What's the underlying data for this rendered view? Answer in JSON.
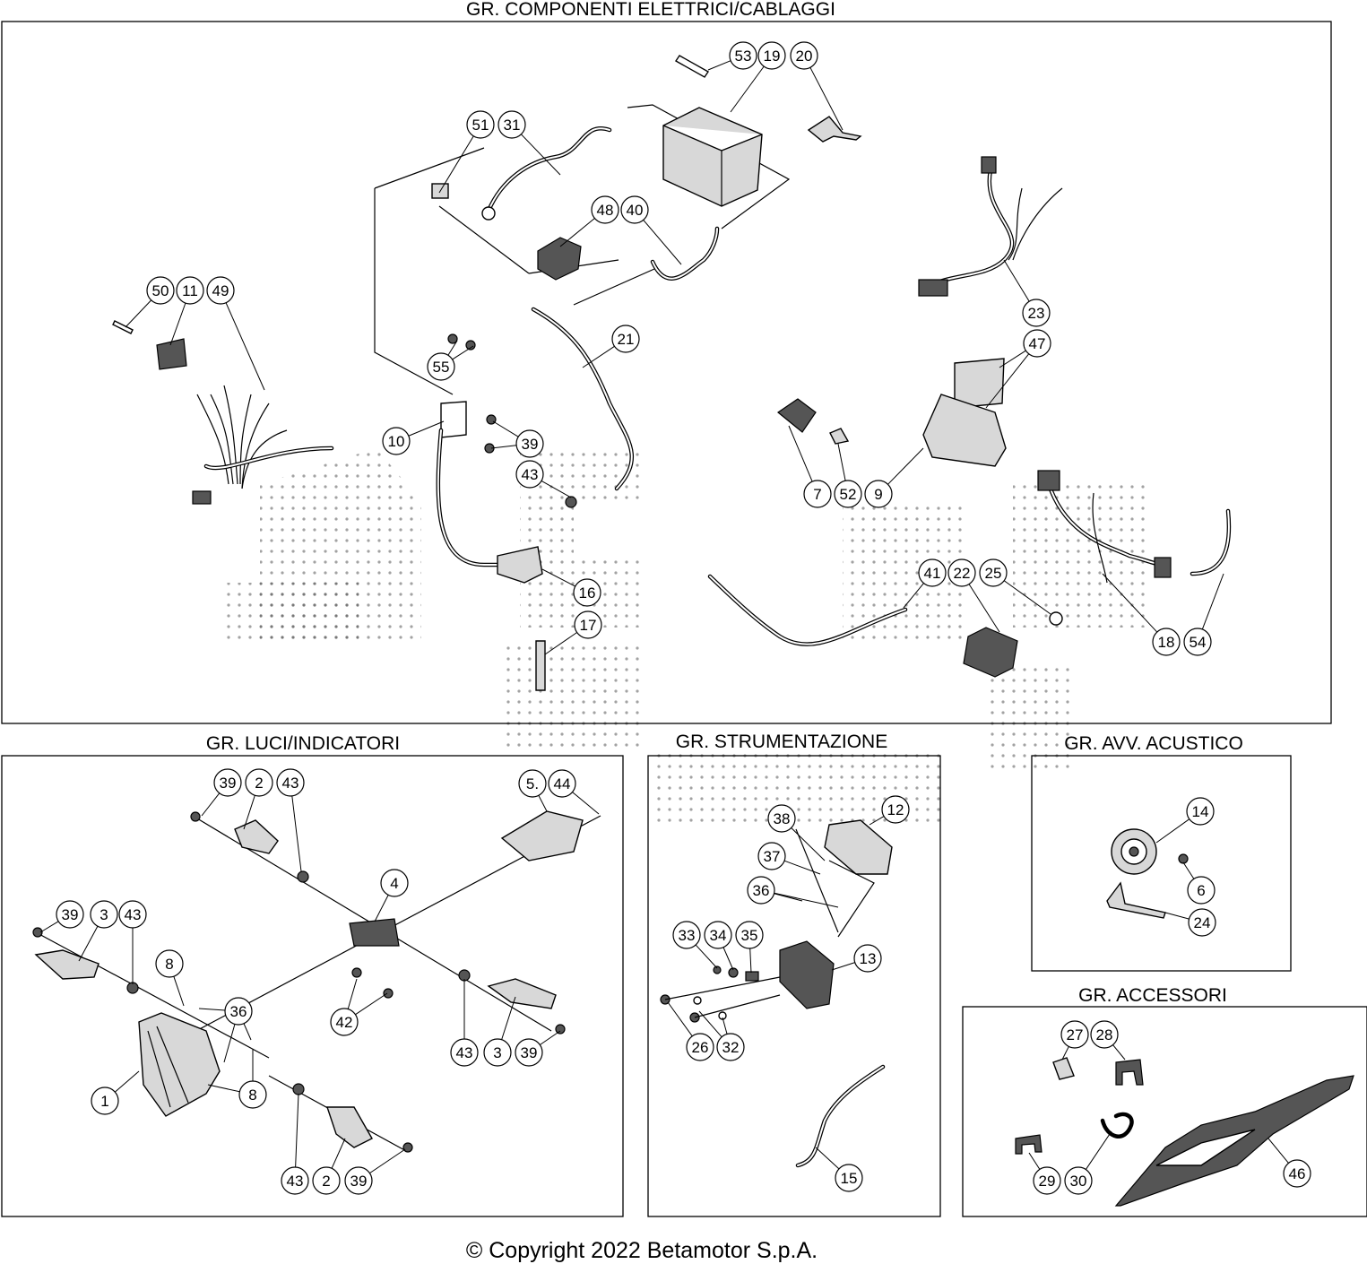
{
  "panels": [
    {
      "key": "cablaggi",
      "title": "GR. COMPONENTI ELETTRICI/CABLAGGI"
    },
    {
      "key": "luci",
      "title": "GR. LUCI/INDICATORI"
    },
    {
      "key": "strumentazione",
      "title": "GR. STRUMENTAZIONE"
    },
    {
      "key": "acustico",
      "title": "GR. AVV. ACUSTICO"
    },
    {
      "key": "accessori",
      "title": "GR. ACCESSORI"
    }
  ],
  "copyright": "© Copyright 2022 Betamotor S.p.A.",
  "callouts": {
    "cablaggi": [
      "53",
      "19",
      "20",
      "51",
      "31",
      "48",
      "40",
      "50",
      "11",
      "49",
      "55",
      "21",
      "10",
      "39",
      "43",
      "16",
      "17",
      "23",
      "47",
      "7",
      "52",
      "9",
      "41",
      "22",
      "25",
      "18",
      "54"
    ],
    "luci": [
      "39",
      "2",
      "43",
      "5.",
      "44",
      "4",
      "39",
      "3",
      "43",
      "8",
      "36",
      "42",
      "43",
      "3",
      "39",
      "1",
      "8",
      "43",
      "2",
      "39"
    ],
    "strumentazione": [
      "38",
      "12",
      "37",
      "36",
      "33",
      "34",
      "35",
      "13",
      "26",
      "32",
      "15"
    ],
    "acustico": [
      "14",
      "6",
      "24"
    ],
    "accessori": [
      "27",
      "28",
      "29",
      "30",
      "46"
    ]
  }
}
